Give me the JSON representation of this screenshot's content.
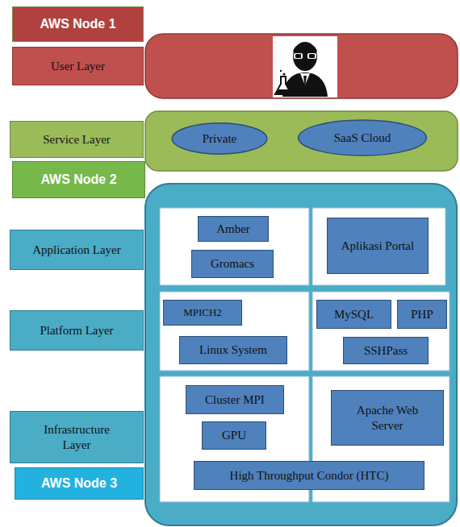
{
  "diagram": {
    "nodes": [
      {
        "text": [
          "AWS Node 1"
        ]
      },
      {
        "text": [
          "User Layer"
        ]
      },
      {
        "text": [
          "Service Layer"
        ]
      },
      {
        "text": [
          "Private"
        ]
      },
      {
        "text": [
          "SaaS Cloud"
        ]
      },
      {
        "text": [
          "AWS Node 2"
        ]
      },
      {
        "text": [
          "Application Layer"
        ]
      },
      {
        "text": [
          "Amber"
        ]
      },
      {
        "text": [
          "Gromacs"
        ]
      },
      {
        "text": [
          "Aplikasi Portal"
        ]
      },
      {
        "text": [
          "Platform Layer"
        ]
      },
      {
        "text": [
          "MPICH2"
        ]
      },
      {
        "text": [
          "Linux System"
        ]
      },
      {
        "text": [
          "MySQL"
        ]
      },
      {
        "text": [
          "PHP"
        ]
      },
      {
        "text": [
          "SSHPass"
        ]
      },
      {
        "text": [
          "Infrastructure Layer"
        ]
      },
      {
        "text": [
          "Cluster MPI"
        ]
      },
      {
        "text": [
          "GPU"
        ]
      },
      {
        "text": [
          "Apache Web Server"
        ]
      },
      {
        "text": [
          "High Throughput Condor (HTC)"
        ]
      },
      {
        "text": [
          "AWS Node 3"
        ]
      }
    ]
  }
}
